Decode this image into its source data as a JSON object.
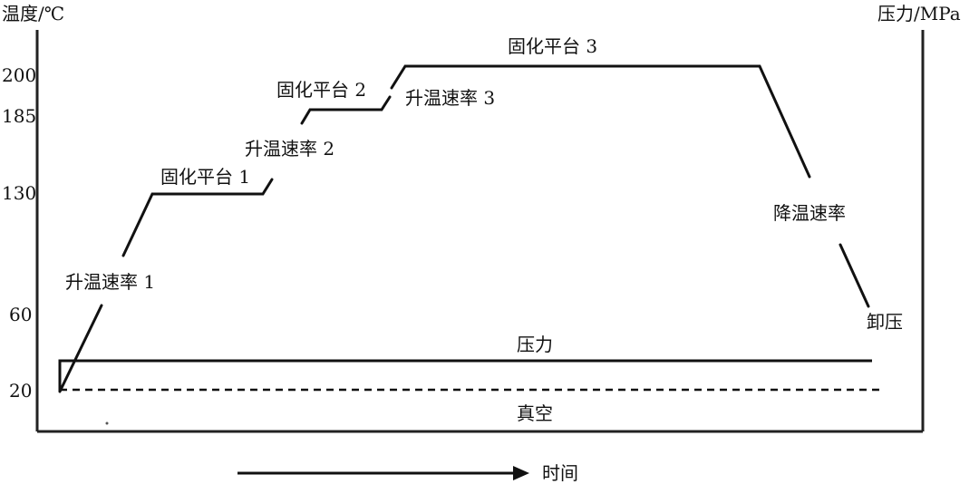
{
  "axes": {
    "left_title": "温度/℃",
    "right_title": "压力/MPa",
    "time_label": "时间",
    "y_ticks": [
      "200",
      "185",
      "130",
      "60",
      "20"
    ]
  },
  "stages": {
    "ramp1": "升温速率 1",
    "hold1": "固化平台 1",
    "ramp2": "升温速率 2",
    "hold2": "固化平台 2",
    "ramp3": "升温速率 3",
    "hold3": "固化平台 3",
    "cooling": "降温速率",
    "release": "卸压"
  },
  "lines": {
    "pressure": "压力",
    "vacuum": "真空"
  }
}
